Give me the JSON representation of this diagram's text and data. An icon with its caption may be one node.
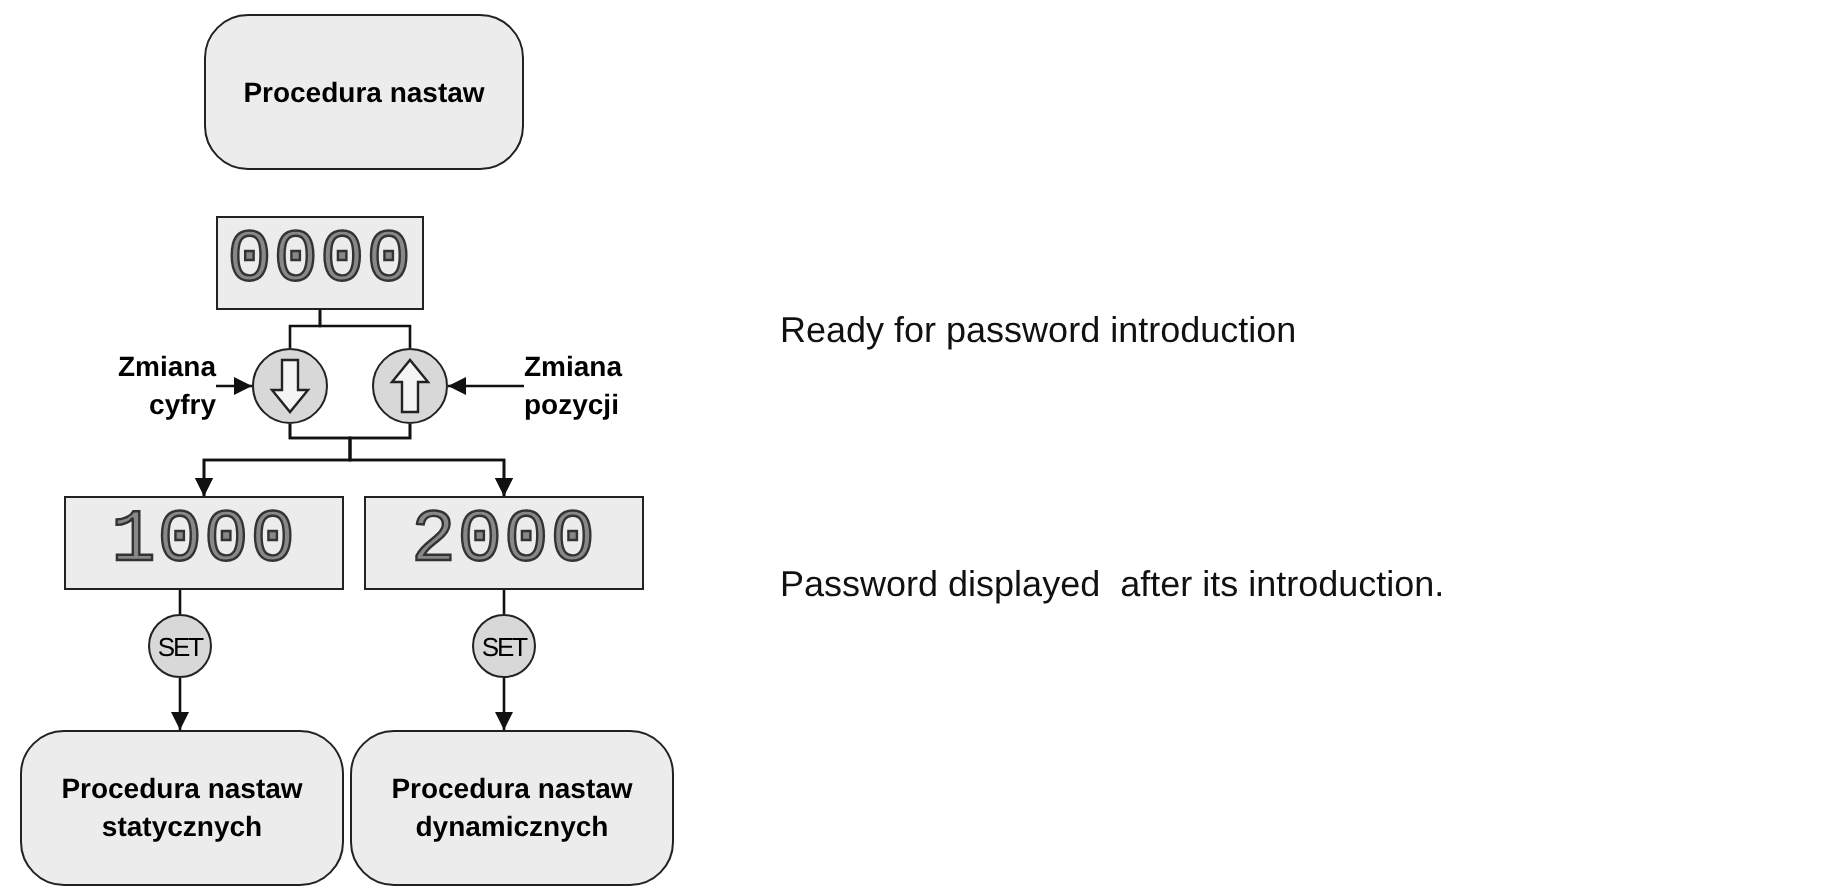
{
  "diagram": {
    "nodes": [
      {
        "text": [
          "Procedura nastaw"
        ]
      },
      {
        "text": [
          "0000"
        ]
      },
      {
        "text": [],
        "shape": "circle"
      },
      {
        "text": [],
        "shape": "circle"
      },
      {
        "text": [
          "Zmiana cyfry"
        ]
      },
      {
        "text": [
          "Zmiana pozycji"
        ]
      },
      {
        "text": [
          "1000"
        ]
      },
      {
        "text": [
          "2000"
        ]
      },
      {
        "text": [
          "SET"
        ]
      },
      {
        "text": [
          "SET"
        ]
      },
      {
        "text": [
          "Procedura nastaw statycznych"
        ]
      },
      {
        "text": [
          "Procedura nastaw dynamicznych"
        ]
      }
    ],
    "edges": [
      {
        "from": 1,
        "to": 2,
        "arrow": "none"
      },
      {
        "from": 1,
        "to": 3,
        "arrow": "none"
      },
      {
        "from": 4,
        "to": 2,
        "arrow": "to"
      },
      {
        "from": 5,
        "to": 3,
        "arrow": "to"
      },
      {
        "from": 2,
        "to": 6,
        "arrow": "to"
      },
      {
        "from": 2,
        "to": 7,
        "arrow": "to"
      },
      {
        "from": 3,
        "to": 6,
        "arrow": "to"
      },
      {
        "from": 3,
        "to": 7,
        "arrow": "to"
      },
      {
        "from": 6,
        "to": 8,
        "arrow": "none"
      },
      {
        "from": 8,
        "to": 10,
        "arrow": "to"
      },
      {
        "from": 7,
        "to": 9,
        "arrow": "none"
      },
      {
        "from": 9,
        "to": 11,
        "arrow": "to"
      }
    ],
    "labels": [
      "Ready for password introduction",
      "Password displayed  after its introduction."
    ]
  }
}
